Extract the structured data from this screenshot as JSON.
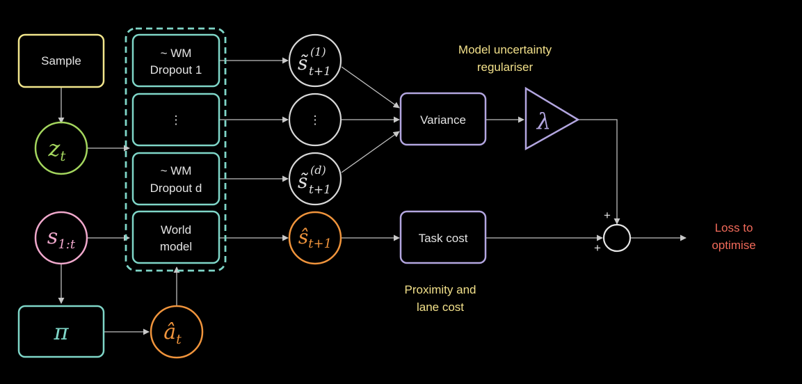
{
  "nodes": {
    "sample": "Sample",
    "wm_dropout_1": [
      "~ WM",
      "Dropout 1"
    ],
    "ellipsis": "⋮",
    "wm_dropout_d": [
      "~ WM",
      "Dropout d"
    ],
    "world_model": [
      "World",
      "model"
    ],
    "variance": "Variance",
    "task_cost": "Task cost",
    "lambda": "λ",
    "pi": "π",
    "z_t": {
      "base": "z",
      "sub": "t"
    },
    "s_1t": {
      "base": "s",
      "sub": "1:t"
    },
    "a_t": {
      "base": "â",
      "sub": "t"
    },
    "s_tilde_1": {
      "base": "s̃",
      "sup": "(1)",
      "sub": "t+1"
    },
    "s_tilde_d": {
      "base": "s̃",
      "sup": "(d)",
      "sub": "t+1"
    },
    "s_hat": {
      "base": "ŝ",
      "sub": "t+1"
    },
    "sum_plus_top": "+",
    "sum_plus_bottom": "+"
  },
  "annotations": {
    "uncertainty": [
      "Model uncertainty",
      "regulariser"
    ],
    "proximity": [
      "Proximity and",
      "lane cost"
    ],
    "loss": [
      "Loss to",
      "optimise"
    ]
  },
  "colors": {
    "background": "#000000",
    "sample_box": "#f2e68c",
    "z_node": "#a4d65e",
    "s_node": "#f0a8cc",
    "teal": "#7fd6c8",
    "orange": "#f0943c",
    "purple": "#b3a6e0",
    "white_node": "#d8d8d8",
    "annotation_yellow": "#f2e08a",
    "loss_red": "#f26a5a"
  }
}
